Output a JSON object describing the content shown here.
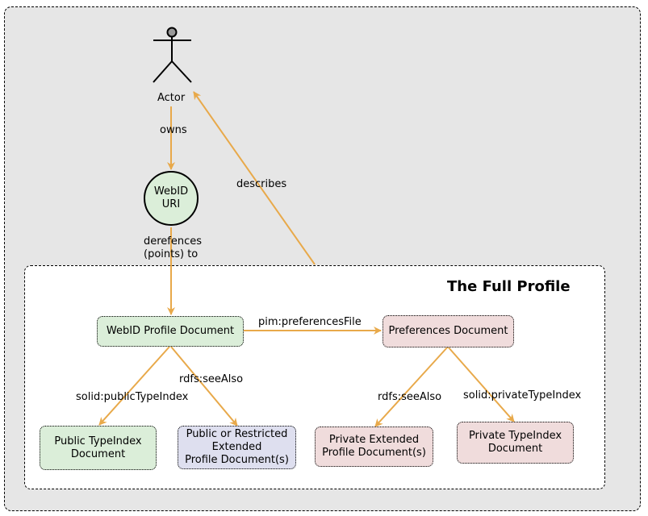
{
  "diagram": {
    "actor_label": "Actor",
    "webid_uri_label": "WebID\nURI",
    "container_title": "The Full Profile",
    "nodes": {
      "webid_profile": "WebID Profile Document",
      "preferences": "Preferences Document",
      "public_typeindex": "Public TypeIndex\nDocument",
      "extended_profile": "Public or Restricted\nExtended\nProfile Document(s)",
      "private_extended": "Private Extended\nProfile Document(s)",
      "private_typeindex": "Private TypeIndex\nDocument"
    },
    "edges": {
      "owns": "owns",
      "describes": "describes",
      "derefences": "derefences\n(points) to",
      "preferences_file": "pim:preferencesFile",
      "public_typeindex": "solid:publicTypeIndex",
      "see_also_left": "rdfs:seeAlso",
      "see_also_right": "rdfs:seeAlso",
      "private_typeindex": "solid:privateTypeIndex"
    },
    "colors": {
      "arrow": "#e8a94a",
      "green": "#dbeed9",
      "pink": "#f0dcdc",
      "lavender": "#dedfef",
      "background": "#e6e6e6"
    }
  }
}
